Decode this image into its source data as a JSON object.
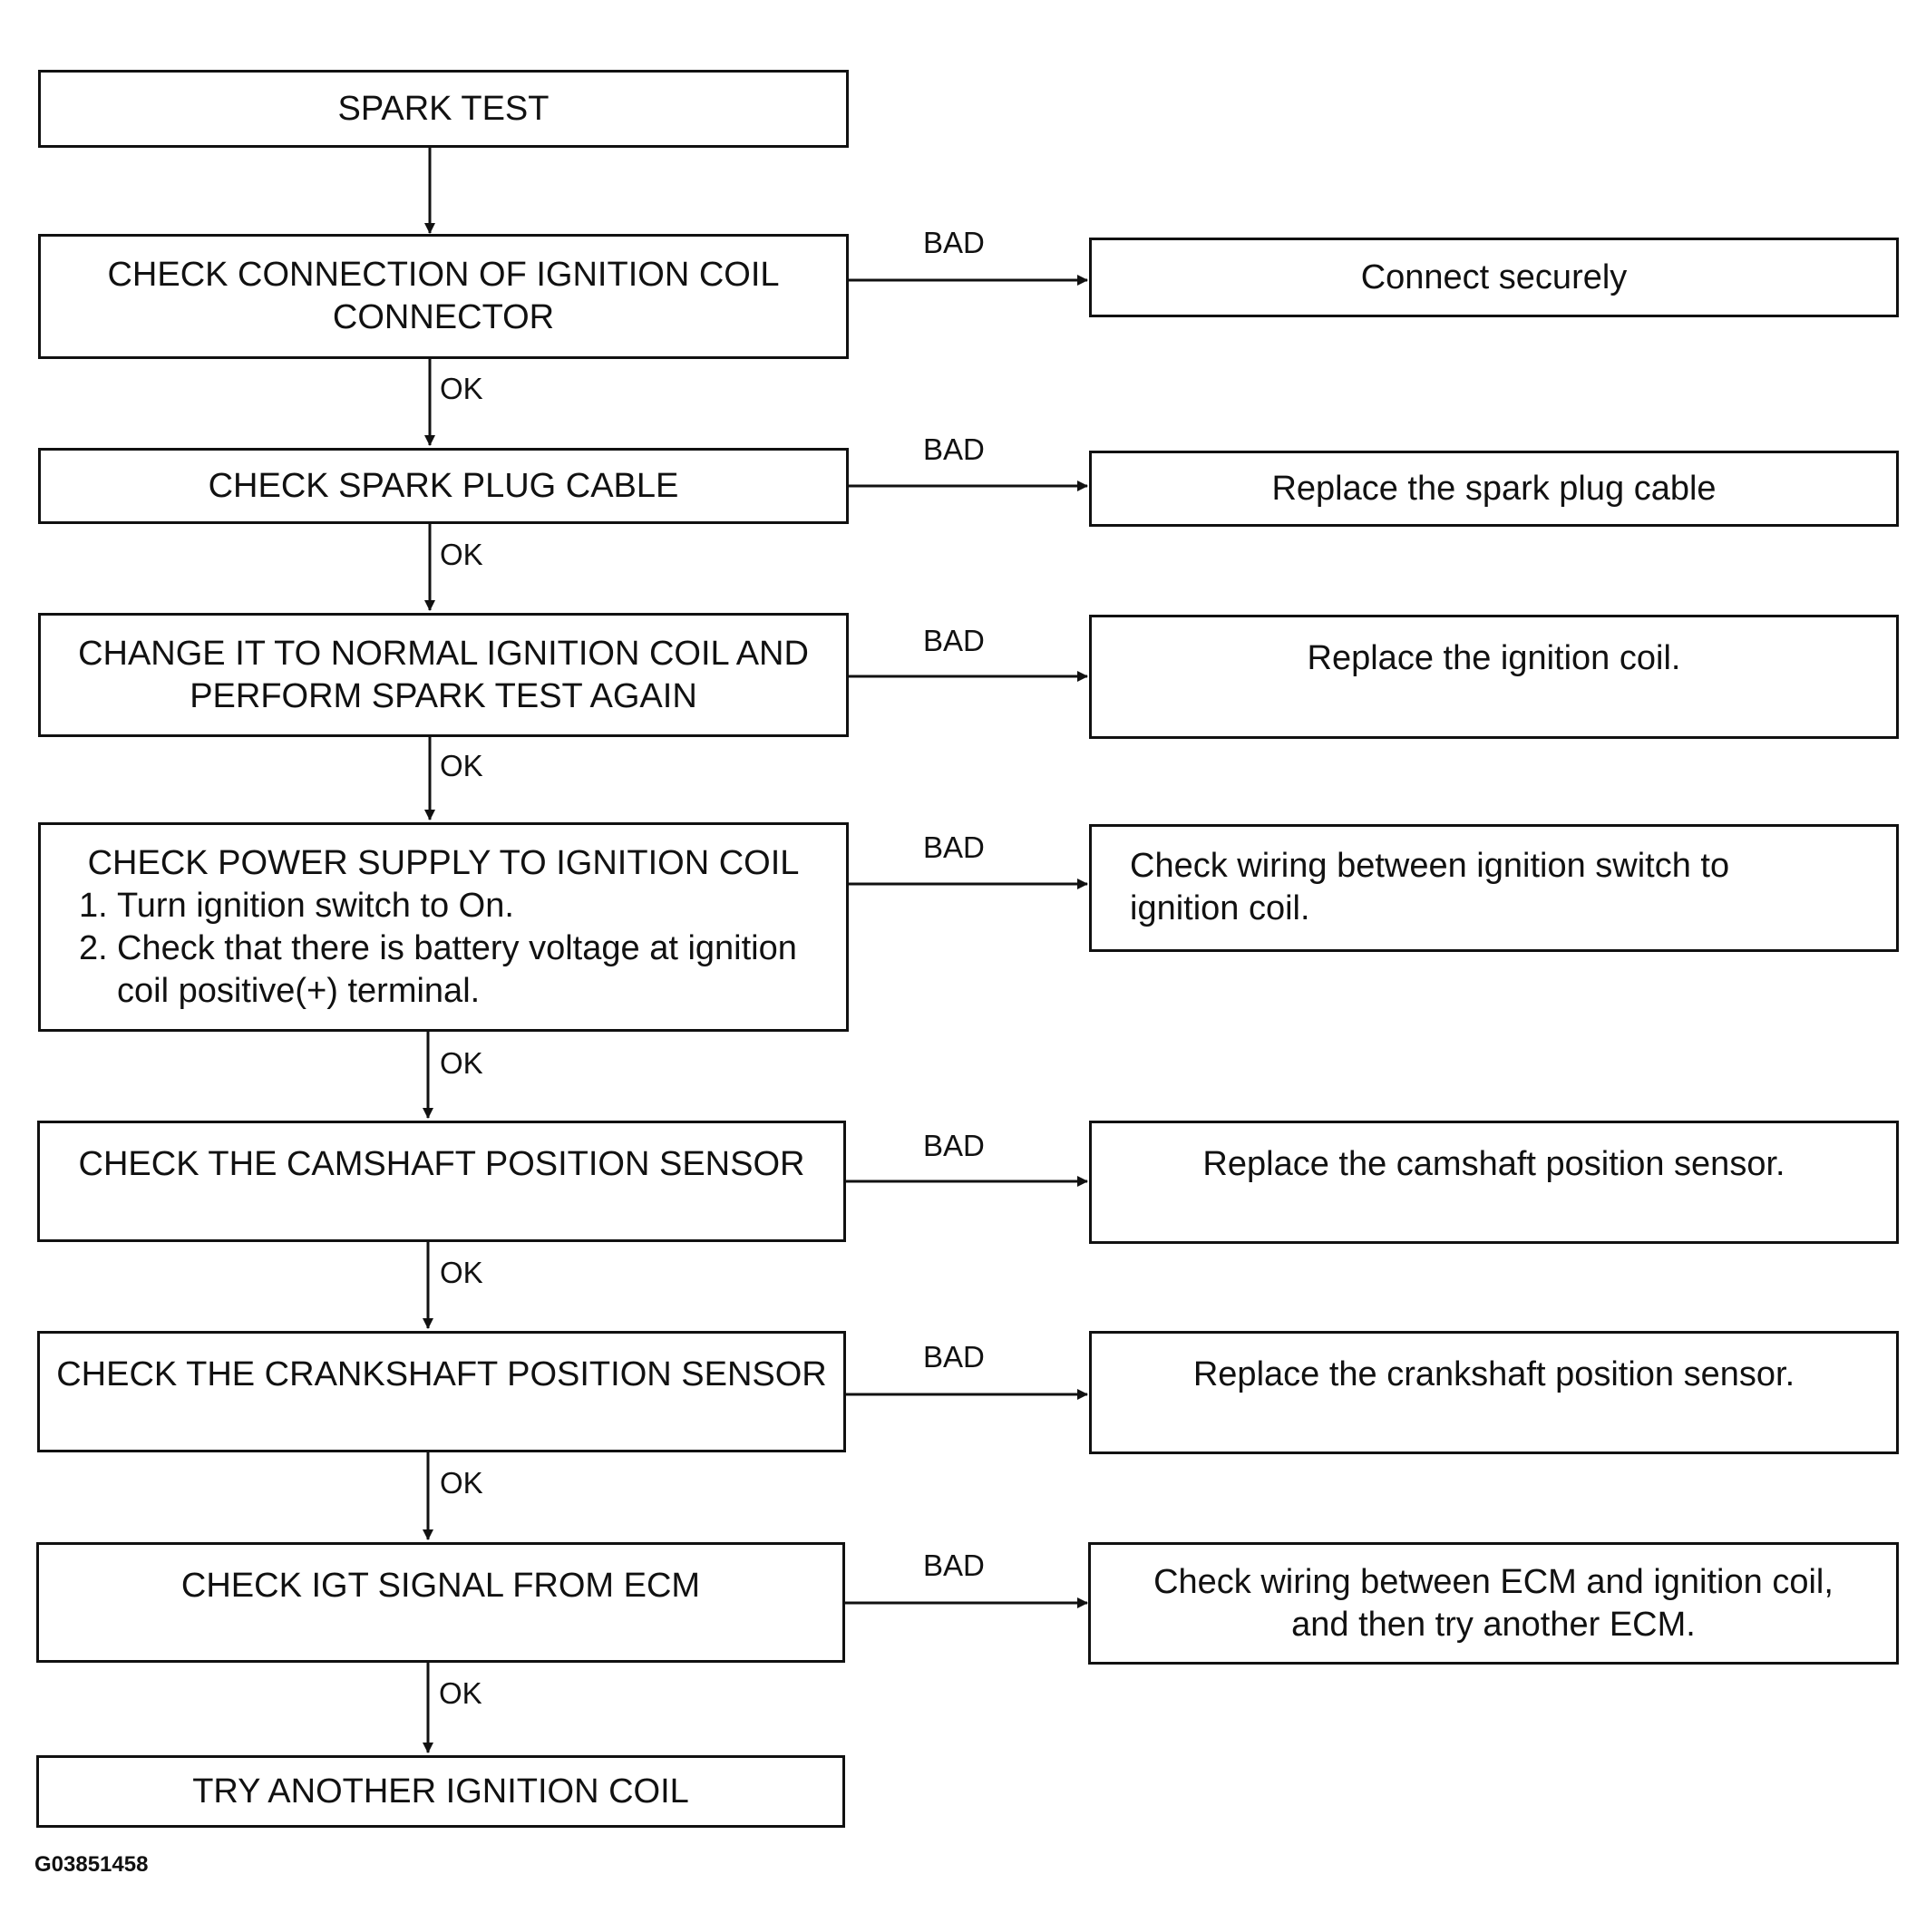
{
  "steps": {
    "spark_test": "SPARK TEST",
    "coil_connector": [
      "CHECK CONNECTION OF IGNITION COIL",
      "CONNECTOR"
    ],
    "plug_cable": "CHECK SPARK PLUG CABLE",
    "normal_coil": [
      "CHANGE IT TO NORMAL IGNITION COIL AND",
      "PERFORM SPARK TEST AGAIN"
    ],
    "power_supply": {
      "title": "CHECK POWER SUPPLY TO IGNITION COIL",
      "items": [
        {
          "num": "1.",
          "text": "Turn ignition switch to On."
        },
        {
          "num": "2.",
          "text": "Check that there is battery voltage at ignition"
        }
      ],
      "item2_cont": "coil positive(+) terminal."
    },
    "camshaft": "CHECK THE CAMSHAFT POSITION SENSOR",
    "crankshaft": "CHECK THE CRANKSHAFT POSITION SENSOR",
    "igt_signal": "CHECK IGT SIGNAL FROM ECM",
    "another_coil": "TRY ANOTHER IGNITION COIL"
  },
  "remedies": {
    "connect": "Connect securely",
    "replace_cable": "Replace the spark plug cable",
    "replace_coil": "Replace the ignition coil.",
    "wiring_switch": [
      "Check wiring between ignition switch to",
      "ignition coil."
    ],
    "replace_cam": "Replace the camshaft position sensor.",
    "replace_crank": "Replace the crankshaft position sensor.",
    "wiring_ecm": [
      "Check wiring between ECM and ignition coil,",
      "and then try another ECM."
    ]
  },
  "labels": {
    "ok": "OK",
    "bad": "BAD"
  },
  "figure_id": "G03851458"
}
